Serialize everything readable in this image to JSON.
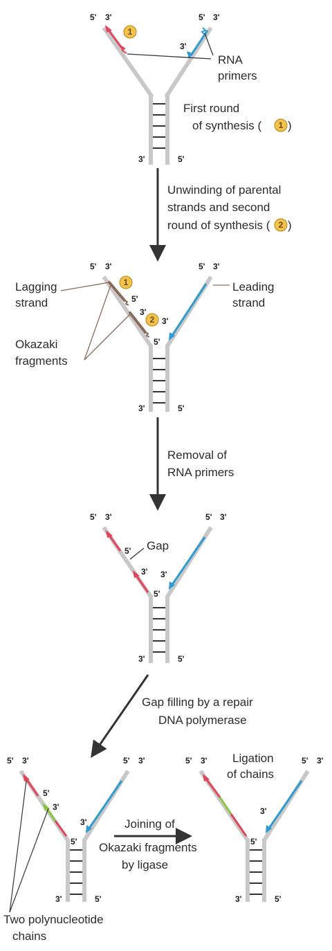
{
  "ends": {
    "five": "5'",
    "three": "3'"
  },
  "badges": {
    "one": "1",
    "two": "2"
  },
  "colors": {
    "parental_strand": "#c8c8c8",
    "leading_blue": "#2f9bd1",
    "lagging_red": "#e2455a",
    "filled_green": "#8cc63f",
    "primer_brown": "#8a6a5a",
    "badge_fill": "#f2c14e",
    "arrow": "#333333"
  },
  "stage1": {
    "rna_primers_line1": "RNA",
    "rna_primers_line2": "primers",
    "caption_line1": "First round",
    "caption_line2": "of synthesis ("
  },
  "step_unwinding": {
    "line1": "Unwinding of parental",
    "line2": "strands and second",
    "line3": "round of synthesis ("
  },
  "stage2": {
    "lagging_line1": "Lagging",
    "lagging_line2": "strand",
    "leading_line1": "Leading",
    "leading_line2": "strand",
    "okazaki_line1": "Okazaki",
    "okazaki_line2": "fragments"
  },
  "step_removal": {
    "line1": "Removal of",
    "line2": "RNA primers"
  },
  "stage3": {
    "gap": "Gap"
  },
  "step_gap_filling": {
    "line1": "Gap filling by a repair",
    "line2": "DNA polymerase"
  },
  "stage4": {
    "chains_line1": "Two polynucleotide",
    "chains_line2": "chains"
  },
  "step_joining": {
    "line1": "Joining of",
    "line2": "Okazaki fragments",
    "line3": "by ligase"
  },
  "stage5": {
    "ligation_line1": "Ligation",
    "ligation_line2": "of chains"
  }
}
